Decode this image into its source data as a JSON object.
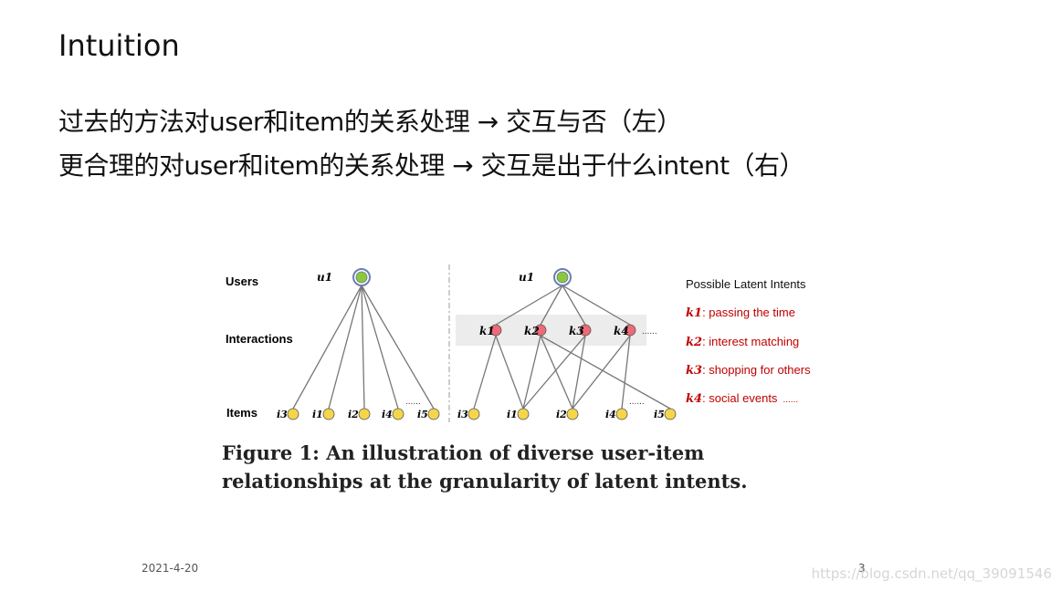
{
  "slide": {
    "title": "Intuition",
    "bullets": [
      "过去的方法对user和item的关系处理 → 交互与否（左）",
      "更合理的对user和item的关系处理 → 交互是出于什么intent（右）"
    ]
  },
  "figure": {
    "row_labels": [
      "Users",
      "Interactions",
      "Items"
    ],
    "left_panel": {
      "user": "u1",
      "items": [
        "i3",
        "i1",
        "i2",
        "i4",
        "i5"
      ],
      "ellipsis": "......"
    },
    "right_panel": {
      "user": "u1",
      "intents": [
        "k1",
        "k2",
        "k3",
        "k4"
      ],
      "intent_ellipsis": "......",
      "items": [
        "i3",
        "i1",
        "i2",
        "i4",
        "i5"
      ],
      "ellipsis": "......"
    },
    "legend": {
      "title": "Possible Latent Intents",
      "entries": [
        {
          "key": "k1",
          "label": ": passing the time"
        },
        {
          "key": "k2",
          "label": ": interest matching"
        },
        {
          "key": "k3",
          "label": ": shopping for others"
        },
        {
          "key": "k4",
          "label": ": social events"
        }
      ],
      "trailing_ellipsis": "......"
    },
    "caption": "Figure 1: An illustration of diverse user-item relationships at the granularity of latent intents.",
    "colors": {
      "user_node_fill": "#8dc63f",
      "user_node_ring": "#6b7fb0",
      "intent_node_fill": "#ee6a78",
      "item_node_fill": "#f5d54a",
      "edge": "#777777",
      "legend_red": "#c00000"
    }
  },
  "footer": {
    "date": "2021-4-20",
    "page_number": "3",
    "watermark": "https://blog.csdn.net/qq_39091546"
  }
}
